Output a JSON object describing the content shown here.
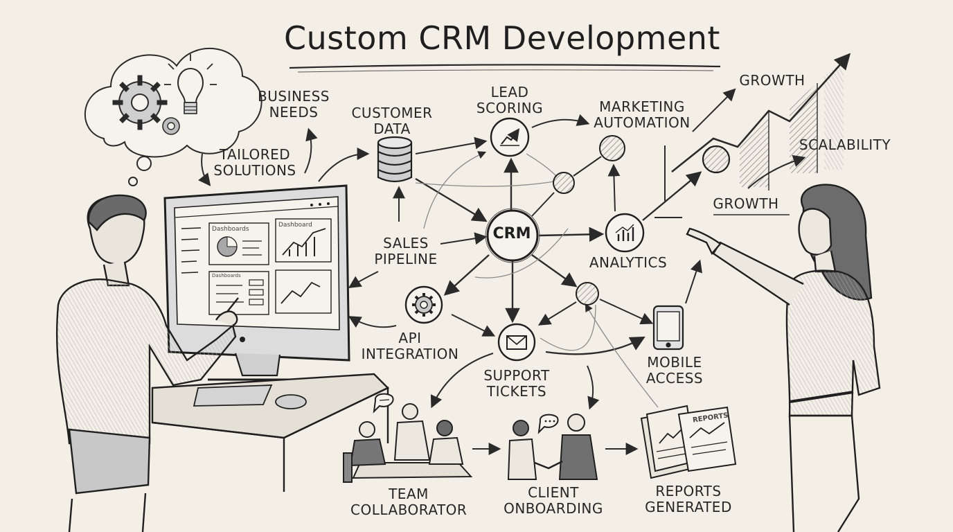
{
  "title": "Custom CRM Development",
  "labels": {
    "business_needs": [
      "BUSINESS",
      "NEEDS"
    ],
    "tailored_solutions": [
      "TAILORED",
      "SOLUTIONS"
    ],
    "customer_data": [
      "CUSTOMER",
      "DATA"
    ],
    "lead_scoring": [
      "LEAD",
      "SCORING"
    ],
    "marketing_automation": [
      "MARKETING",
      "AUTOMATION"
    ],
    "growth_top": "GROWTH",
    "scalability": "SCALABILITY",
    "growth_mid": "GROWTH",
    "crm": "CRM",
    "sales_pipeline": [
      "SALES",
      "PIPELINE"
    ],
    "analytics": "ANALYTICS",
    "api_integration": [
      "API",
      "INTEGRATION"
    ],
    "support_tickets": [
      "SUPPORT",
      "TICKETS"
    ],
    "mobile_access": [
      "MOBILE",
      "ACCESS"
    ],
    "team_collaborator": [
      "TEAM",
      "COLLABORATOR"
    ],
    "client_onboarding": [
      "CLIENT",
      "ONBOARDING"
    ],
    "reports_generated": [
      "REPORTS",
      "GENERATED"
    ]
  },
  "screen": {
    "panel_1": "Dashboards",
    "panel_2": "Dashboard",
    "panel_3": "Dashboards",
    "report_doc": "REPORTS"
  },
  "icons": {
    "gear": "gear-icon",
    "bulb": "lightbulb-icon",
    "database": "database-icon",
    "chart": "line-chart-icon",
    "mail": "envelope-icon",
    "phone": "smartphone-icon",
    "speech": "speech-bubble-icon"
  },
  "colors": {
    "paper": "#f3efe6",
    "ink": "#262626",
    "shade": "#9a9a9a"
  }
}
